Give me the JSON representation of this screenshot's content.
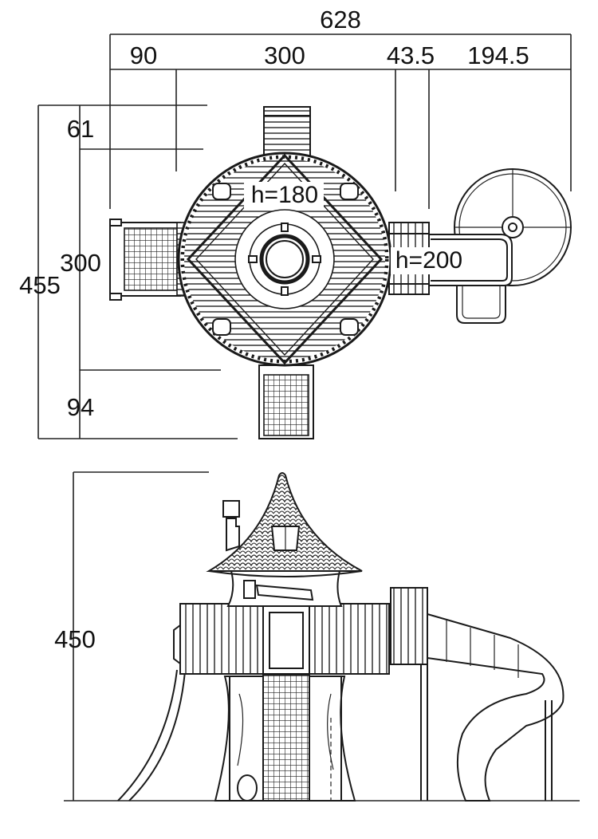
{
  "plan_view": {
    "overall_width": "628",
    "width_segments": [
      "90",
      "300",
      "43.5",
      "194.5"
    ],
    "overall_depth": "455",
    "depth_segments": [
      "61",
      "300",
      "94"
    ],
    "platform_heights": [
      "h=180",
      "h=200"
    ]
  },
  "elevation_view": {
    "overall_height": "450"
  },
  "colors": {
    "ink": "#1a1a1a",
    "background": "#ffffff"
  }
}
